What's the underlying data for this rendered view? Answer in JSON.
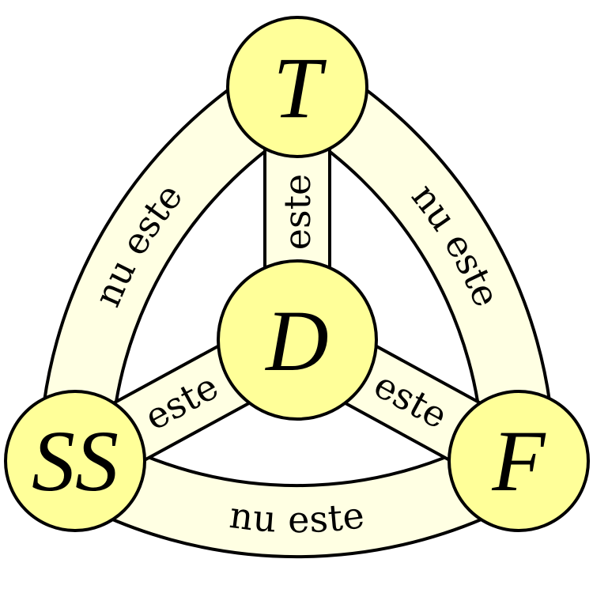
{
  "nodes": {
    "top": "T",
    "center": "D",
    "left": "SS",
    "right": "F"
  },
  "links": {
    "top_left": "nu este",
    "top_right": "nu este",
    "bottom": "nu este",
    "center_top": "este",
    "center_left": "este",
    "center_right": "este"
  },
  "colors": {
    "node_fill": "#ffff99",
    "band_fill": "#ffffe3"
  }
}
